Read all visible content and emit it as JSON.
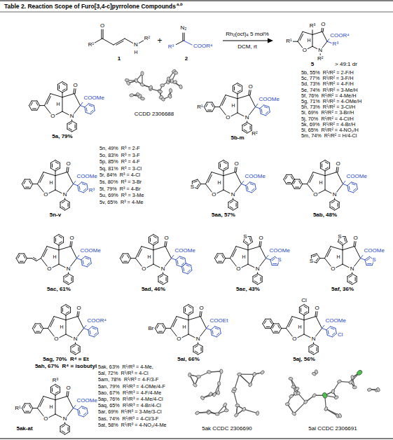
{
  "diagram": {
    "title": "Table 2. Reaction Scope of Furo[3,4-c]pyrrolone Compounds",
    "labels": [
      "a,b",
      "O",
      "R¹",
      "N",
      "H",
      "R²",
      "1",
      "+",
      "N₂",
      "R³",
      "COOR⁴",
      "2",
      "Rh₂(oct)₄ 5 mol%",
      "DCM, rt",
      "O",
      "O",
      "N",
      "H",
      "COOR⁴",
      "R³",
      "R¹",
      "R²",
      "R³",
      "5",
      "> 49:1 dr",
      "O",
      "O",
      "N",
      "H",
      "COOMe",
      "5a, 79%",
      "CCDD 2306688",
      "O",
      "O",
      "N",
      "H",
      "COOMe",
      "R¹",
      "R²",
      "5b-m",
      "5b, 55%  R¹/R² = 2-F/H",
      "5c, 77%  R¹/R² = 3-F/H",
      "5d, 73%  R¹/R² = 4-F/H",
      "5e, 74%  R¹/R² = 3-Me/H",
      "5f, 76%  R¹/R² = 4-Me/H",
      "5g, 71%  R¹/R² = 4-OMe/H",
      "5h, 73%  R¹/R² = 3-Cl/H",
      "5i, 69%  R¹/R² = 3-Br/H",
      "5j, 70%  R¹/R² = 4-Cl/H",
      "5k, 69%  R¹/R² = 4-Br/H",
      "5l, 65%  R¹/R² = 4-NO₂/H",
      "5m, 74%  R¹/R² = H/4-Cl",
      "O",
      "O",
      "N",
      "H",
      "COOMe",
      "R³",
      "5n-v",
      "5n, 49%  R³ = 2-F",
      "5o, 83%  R³ = 3-F",
      "5p, 85%  R³ = 4-F",
      "5q, 81%  R³ = 3-Cl",
      "5r, 84%  R³ = 4-Cl",
      "5s, 80%  R³ = 3-Br",
      "5t, 79%  R³ = 4-Br",
      "5u, 69%  R³ = 3-Me",
      "5v, 65%  R³ = 4-Me",
      "O",
      "O",
      "N",
      "H",
      "COOMe",
      "S",
      "5aa, 57%",
      "O",
      "O",
      "N",
      "H",
      "COOMe",
      "5ab, 48%",
      "O",
      "O",
      "N",
      "H",
      "COOMe",
      "5ac, 61%",
      "O",
      "O",
      "N",
      "H",
      "COOMe",
      "5ad, 46%",
      "O",
      "O",
      "N",
      "H",
      "COOMe",
      "S",
      "S",
      "5ae, 43%",
      "O",
      "O",
      "N",
      "H",
      "COOMe",
      "S",
      "S",
      "S",
      "5af, 36%",
      "O",
      "O",
      "N",
      "H",
      "COOR⁴",
      "5ag, 70%  R⁴ = Et",
      "5ah, 67%  R⁴ = isobutyl",
      "O",
      "O",
      "N",
      "H",
      "COOEt",
      "Br",
      "5ai, 66%",
      "O",
      "O",
      "N",
      "H",
      "COOMe",
      "Cl",
      "Cl",
      "5aj, 56%",
      "O",
      "O",
      "N",
      "H",
      "COOMe",
      "R³",
      "R¹",
      "5ak-at",
      "5ak, 63%  R¹/R³ = 4-Me,",
      "5al, 72%  R¹/R³ = 4-Cl",
      "5am, 78%  R¹/R³ = 4-F/3-F",
      "5an, 79%  R¹/R³ = 4-OMe/4-F",
      "5ao, 67%  R¹/R³ = 4-F/4-Me",
      "5ap, 76%  R¹/R³ = 4-Me/4-Cl",
      "5aq, 65%  R¹/R³ = 4-Br/4-Cl",
      "5ar, 69%  R¹/R³ = 3-Me/3-Cl",
      "5as, 74%  R¹/R³ = 4-Cl/3-F",
      "5at, 58%  R¹/R³ = 4-NO₂/4-Me",
      "5ak CCDC 2306690",
      "5al CCDC 2306691"
    ]
  }
}
